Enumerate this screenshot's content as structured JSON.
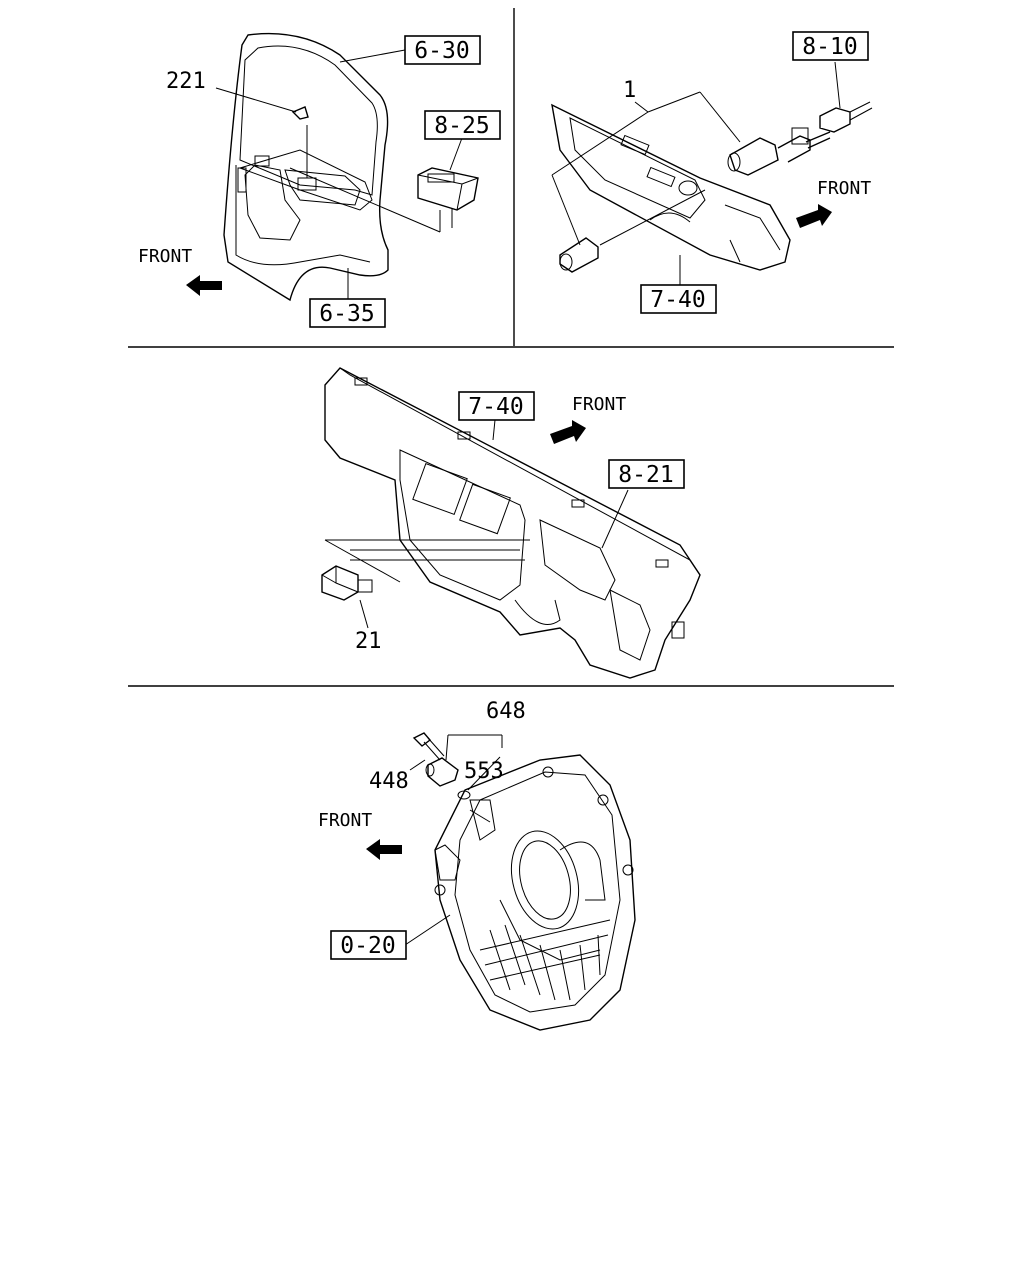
{
  "panels": {
    "door": {
      "refs": {
        "upper": "6-30",
        "switch": "8-25",
        "lower": "6-35"
      },
      "part": "221",
      "front": "FRONT"
    },
    "heater": {
      "refs": {
        "harness": "8-10",
        "panel": "7-40"
      },
      "part": "1",
      "front": "FRONT"
    },
    "dash": {
      "refs": {
        "panel": "7-40",
        "meter": "8-21"
      },
      "part": "21",
      "front": "FRONT"
    },
    "housing": {
      "refs": {
        "housing": "0-20"
      },
      "parts": {
        "group": "648",
        "bolt": "448",
        "oring": "553"
      },
      "front": "FRONT"
    }
  }
}
